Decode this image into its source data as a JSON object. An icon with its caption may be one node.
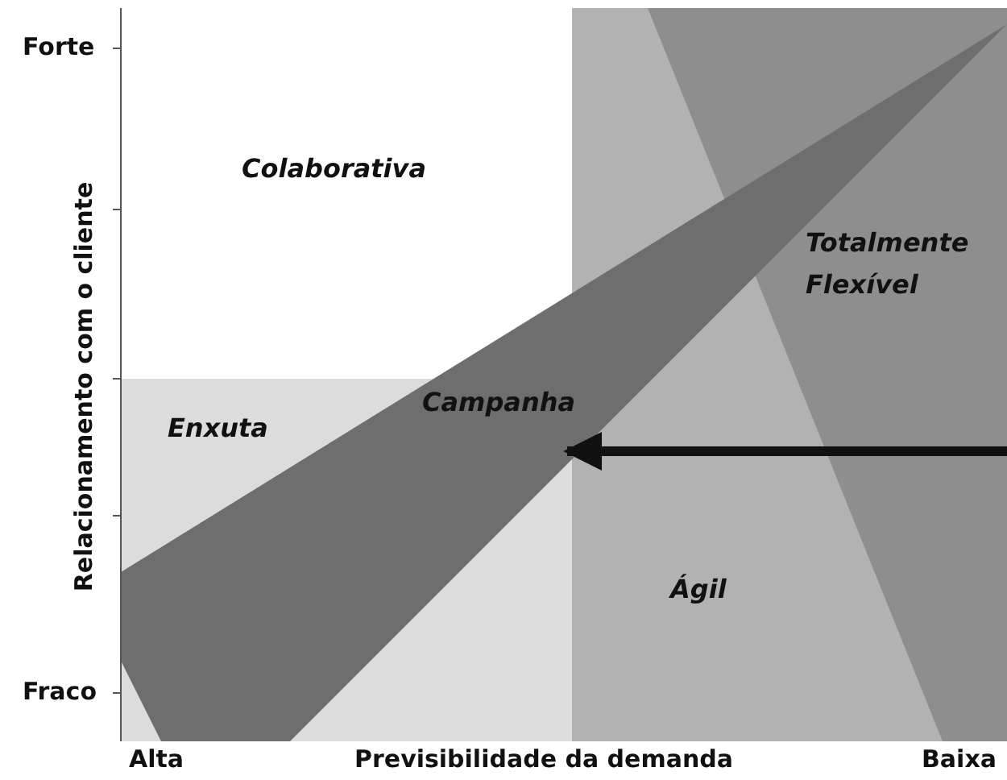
{
  "diagram": {
    "nodes": [
      {
        "text": [
          "Colaborativa"
        ]
      },
      {
        "text": [
          "Enxuta"
        ]
      },
      {
        "text": [
          "Ágil"
        ]
      },
      {
        "text": [
          "Totalmente Flexível"
        ]
      },
      {
        "text": [
          "Campanha"
        ]
      }
    ],
    "labels": [
      "Forte",
      "Relacionamento com o cliente",
      "Fraco",
      "Alta",
      "Previsibilidade da demanda",
      "Baixa"
    ]
  }
}
